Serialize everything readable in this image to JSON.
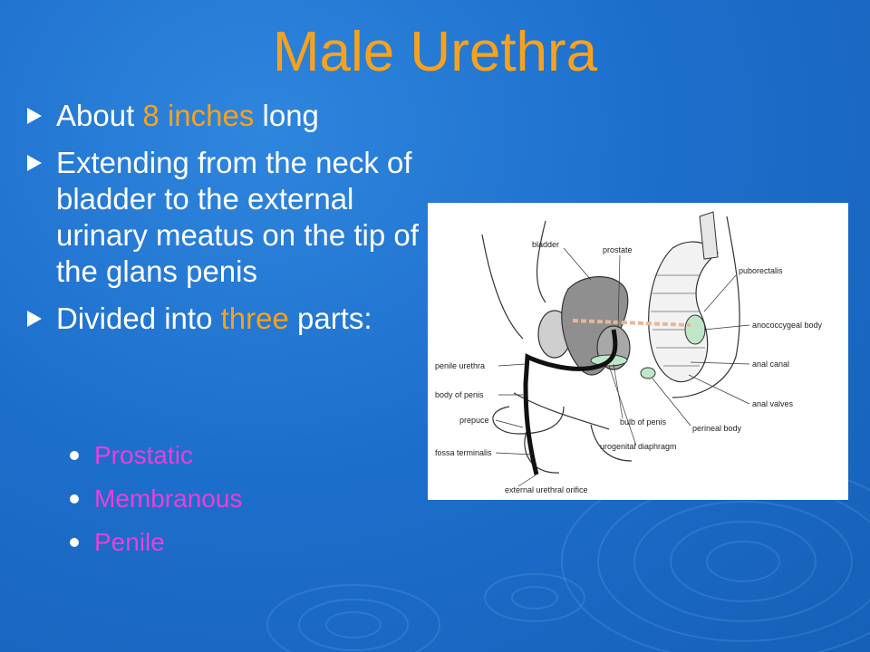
{
  "slide": {
    "title": "Male Urethra",
    "bullets": [
      {
        "pre": "About ",
        "highlight": "8 inches",
        "post": " long"
      },
      {
        "text": "Extending from the neck of bladder to the external urinary meatus on the tip of the glans penis"
      },
      {
        "pre": "Divided into ",
        "highlight": "three",
        "post": " parts:"
      }
    ],
    "sub_bullets": [
      "Prostatic",
      "Membranous",
      "Penile"
    ]
  },
  "figure": {
    "labels": {
      "bladder": "bladder",
      "prostate": "prostate",
      "puborectalis": "puborectalis",
      "anococcygeal_body": "anococcygeal body",
      "penile_urethra": "penile urethra",
      "anal_canal": "anal canal",
      "body_of_penis": "body of penis",
      "anal_valves": "anal valves",
      "prepuce": "prepuce",
      "bulb_of_penis": "bulb of penis",
      "perineal_body": "perineal body",
      "fossa_terminalis": "fossa terminalis",
      "urogenital_diaphragm": "urogenital diaphragm",
      "external_urethral_orifice": "external urethral orifice"
    }
  },
  "colors": {
    "title": "#f7a21c",
    "highlight": "#f7a21c",
    "sub_bullet": "#ea3fd8",
    "background": "#1d6fcc"
  }
}
